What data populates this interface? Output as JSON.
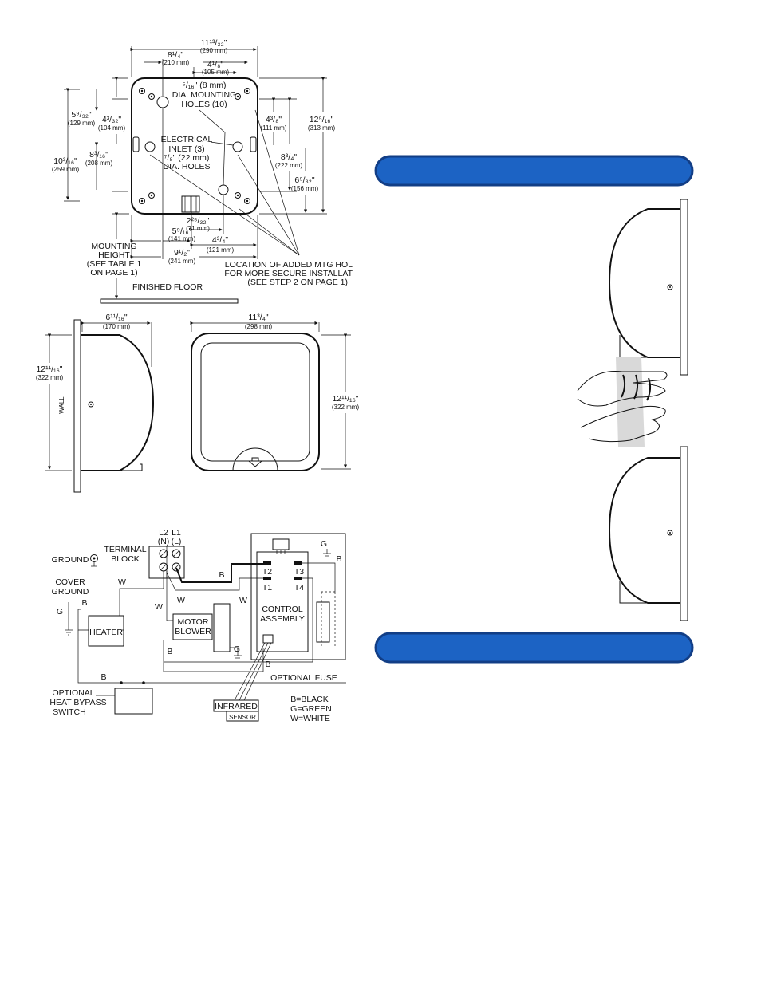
{
  "colors": {
    "banner_fill": "#1c63c4",
    "banner_border": "#123e86"
  },
  "mounting_plan": {
    "dim_overall_width": "11¹³/₃₂\"",
    "dim_overall_width_mm": "(290 mm)",
    "dim_8_1_4": "8¹/₄\"",
    "dim_8_1_4_mm": "(210 mm)",
    "dim_4_1_8": "4¹/₈\"",
    "dim_4_1_8_mm": "(105 mm)",
    "mount_holes_1": "⁵/₁₆\" (8 mm)",
    "mount_holes_2": "DIA. MOUNTING",
    "mount_holes_3": "HOLES (10)",
    "inlet_1": "ELECTRICAL",
    "inlet_2": "INLET (3)",
    "inlet_3": "⁷/₈\" (22 mm)",
    "inlet_4": "DIA. HOLES",
    "dim_5_9_32": "5⁹/₃₂\"",
    "dim_5_9_32_mm": "(129 mm)",
    "dim_4_3_32": "4³/₃₂\"",
    "dim_4_3_32_mm": "(104 mm)",
    "dim_10_3_16": "10³/₁₆\"",
    "dim_10_3_16_mm": "(259 mm)",
    "dim_8_3_16": "8³/₁₆\"",
    "dim_8_3_16_mm": "(208 mm)",
    "dim_4_3_8": "4³/₈\"",
    "dim_4_3_8_mm": "(111 mm)",
    "dim_12_5_16": "12⁵/₁₆\"",
    "dim_12_5_16_mm": "(313 mm)",
    "dim_8_3_4": "8³/₄\"",
    "dim_8_3_4_mm": "(222 mm)",
    "dim_6_5_32": "6⁵/₃₂\"",
    "dim_6_5_32_mm": "(156 mm)",
    "dim_2_25_32": "2²⁵/₃₂\"",
    "dim_2_25_32_mm": "(71 mm)",
    "dim_5_9_16": "5⁹/₁₆\"",
    "dim_5_9_16_mm": "(141 mm)",
    "dim_4_3_4": "4³/₄\"",
    "dim_4_3_4_mm": "(121 mm)",
    "dim_9_1_2": "9¹/₂\"",
    "dim_9_1_2_mm": "(241 mm)",
    "mounting_height_1": "MOUNTING",
    "mounting_height_2": "HEIGHT",
    "mounting_height_3": "(SEE TABLE 1",
    "mounting_height_4": "ON PAGE 1)",
    "added_holes_1": "LOCATION OF ADDED MTG HOL",
    "added_holes_2": "FOR MORE SECURE INSTALLAT",
    "added_holes_3": "(SEE STEP 2 ON PAGE 1)",
    "finished_floor": "FINISHED FLOOR"
  },
  "side_view": {
    "dim_depth": "6¹¹/₁₆\"",
    "dim_depth_mm": "(170 mm)",
    "dim_height": "12¹¹/₁₆\"",
    "dim_height_mm": "(322 mm)",
    "wall_label": "WALL"
  },
  "front_view": {
    "dim_width": "11³/₄\"",
    "dim_width_mm": "(298 mm)",
    "dim_height": "12¹¹/₁₆\"",
    "dim_height_mm": "(322 mm)"
  },
  "wiring": {
    "l2": "L2",
    "l1": "L1",
    "n": "(N)",
    "l": "(L)",
    "terminal_block_1": "TERMINAL",
    "terminal_block_2": "BLOCK",
    "ground": "GROUND",
    "cover_ground_1": "COVER",
    "cover_ground_2": "GROUND",
    "heater": "HEATER",
    "motor_1": "MOTOR",
    "motor_2": "BLOWER",
    "control_1": "CONTROL",
    "control_2": "ASSEMBLY",
    "t1": "T1",
    "t2": "T2",
    "t3": "T3",
    "t4": "T4",
    "optional_fuse": "OPTIONAL FUSE",
    "bypass_1": "OPTIONAL",
    "bypass_2": "HEAT BYPASS",
    "bypass_3": "SWITCH",
    "infrared": "INFRARED",
    "sensor": "SENSOR",
    "legend_b": "B=BLACK",
    "legend_g": "G=GREEN",
    "legend_w": "W=WHITE",
    "wire_b": "B",
    "wire_w": "W",
    "wire_g": "G"
  }
}
